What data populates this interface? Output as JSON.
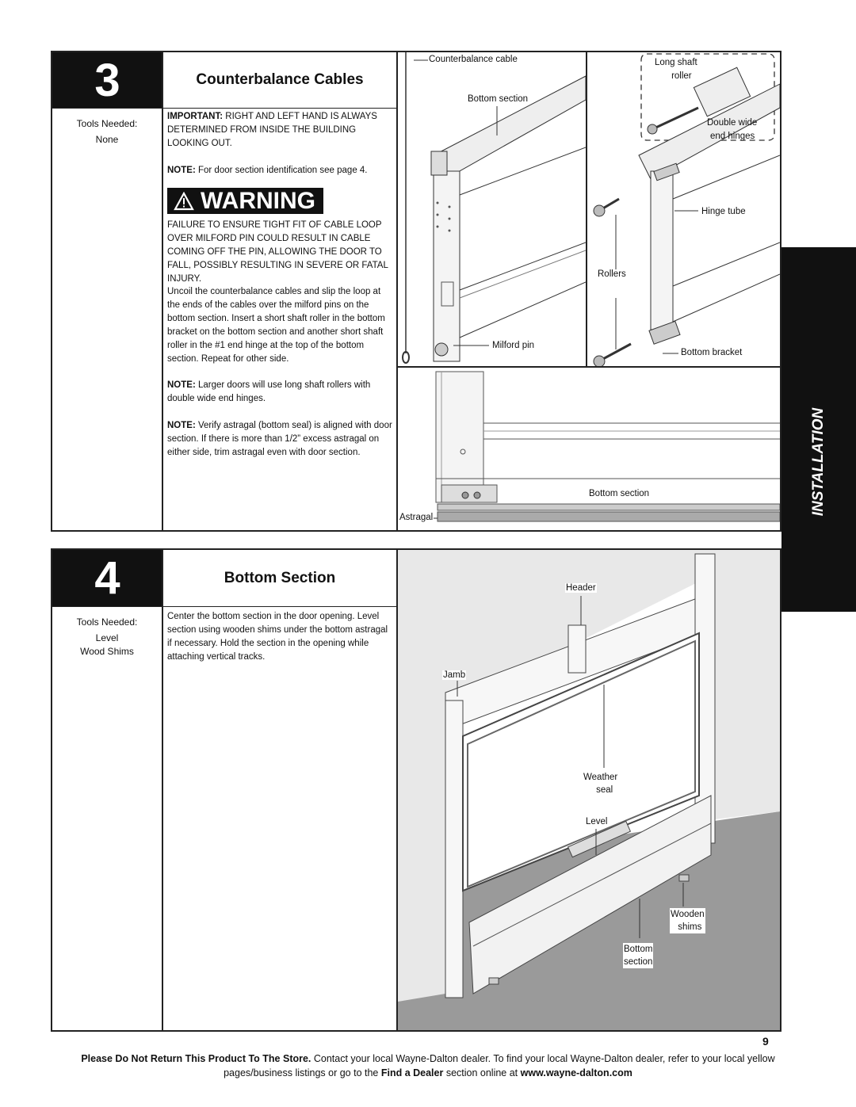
{
  "step3": {
    "number": "3",
    "title": "Counterbalance Cables",
    "tools_label": "Tools Needed:",
    "tools": [
      "None"
    ],
    "important_bold": "IMPORTANT:",
    "important_text": " RIGHT AND LEFT HAND IS ALWAYS DETERMINED FROM INSIDE THE BUILDING LOOKING OUT.",
    "note1_bold": "NOTE:",
    "note1_text": " For door section identification see page 4.",
    "warning_label": "WARNING",
    "warning_text": "FAILURE TO ENSURE TIGHT FIT OF CABLE LOOP OVER MILFORD PIN COULD RESULT IN CABLE COMING OFF THE PIN, ALLOWING THE DOOR TO FALL, POSSIBLY RESULTING IN SEVERE OR FATAL INJURY.",
    "instructions": "Uncoil the counterbalance cables and slip the loop at the ends of the cables over the milford pins on the bottom section. Insert a short shaft roller in the bottom bracket on the bottom section and another short shaft roller in the #1 end hinge at the top of the bottom section. Repeat for other side.",
    "note2_bold": "NOTE:",
    "note2_text": "  Larger doors will use long shaft rollers with double wide end hinges.",
    "note3_bold": "NOTE:",
    "note3_text": " Verify astragal (bottom seal) is aligned with door section. If there is more than 1/2” excess astragal on either side, trim astragal even with door section.",
    "labels": {
      "counterbalance_cable": "Counterbalance cable",
      "bottom_section_a": "Bottom section",
      "milford_pin": "Milford pin",
      "long_shaft_roller_1": "Long shaft",
      "long_shaft_roller_2": "roller",
      "double_wide_1": "Double wide",
      "double_wide_2": "end hinges",
      "hinge_tube": "Hinge tube",
      "rollers": "Rollers",
      "bottom_bracket": "Bottom bracket",
      "bottom_section_b": "Bottom section",
      "astragal": "Astragal"
    }
  },
  "step4": {
    "number": "4",
    "title": "Bottom Section",
    "tools_label": "Tools Needed:",
    "tools": [
      "Level",
      "Wood Shims"
    ],
    "instructions": "Center the bottom section in the door opening. Level section using wooden shims under the bottom astragal if necessary. Hold the section in the opening while attaching vertical tracks.",
    "labels": {
      "header": "Header",
      "jamb": "Jamb",
      "weather_seal_1": "Weather",
      "weather_seal_2": "seal",
      "level": "Level",
      "wooden_shims_1": "Wooden",
      "wooden_shims_2": "shims",
      "bottom_section_1": "Bottom",
      "bottom_section_2": "section"
    }
  },
  "side_tab": "INSTALLATION",
  "page_number": "9",
  "footer": {
    "bold1": "Please Do Not Return This Product To The Store.",
    "text1": " Contact your local Wayne-Dalton dealer. To find your local Wayne-Dalton dealer, refer to your local yellow pages/business listings or go to the ",
    "bold2": "Find a Dealer",
    "text2": " section online at ",
    "bold3": "www.wayne-dalton.com"
  }
}
